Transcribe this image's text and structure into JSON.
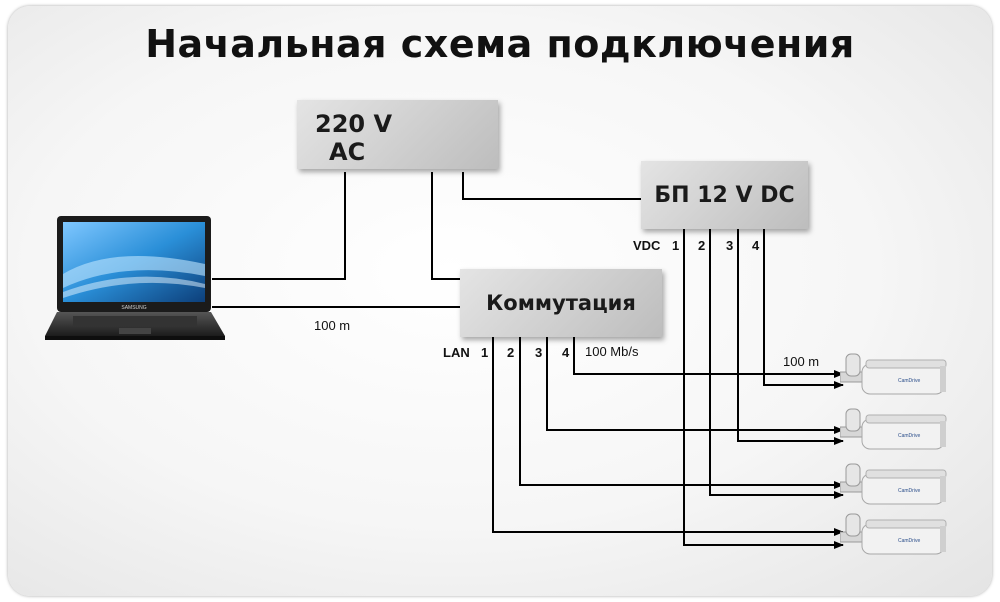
{
  "title": "Начальная схема подключения",
  "nodes": {
    "ac_source": {
      "line1": "220 V",
      "line2": "AC"
    },
    "power_supply": {
      "label": "БП 12 V DC"
    },
    "switch": {
      "label": "Коммутация"
    }
  },
  "ports": {
    "vdc_label": "VDC",
    "vdc": [
      "1",
      "2",
      "3",
      "4"
    ],
    "lan_label": "LAN",
    "lan": [
      "1",
      "2",
      "3",
      "4"
    ]
  },
  "link_labels": {
    "laptop_to_switch": "100 m",
    "lan_speed": "100 Mb/s",
    "camera_distance": "100 m"
  },
  "cameras": [
    {
      "brand": "CamDrive"
    },
    {
      "brand": "CamDrive"
    },
    {
      "brand": "CamDrive"
    },
    {
      "brand": "CamDrive"
    }
  ],
  "laptop": {
    "brand": "SAMSUNG"
  },
  "colors": {
    "wire": "#000000",
    "box": "#cfcfcf",
    "screen": "#2a8fd8"
  }
}
